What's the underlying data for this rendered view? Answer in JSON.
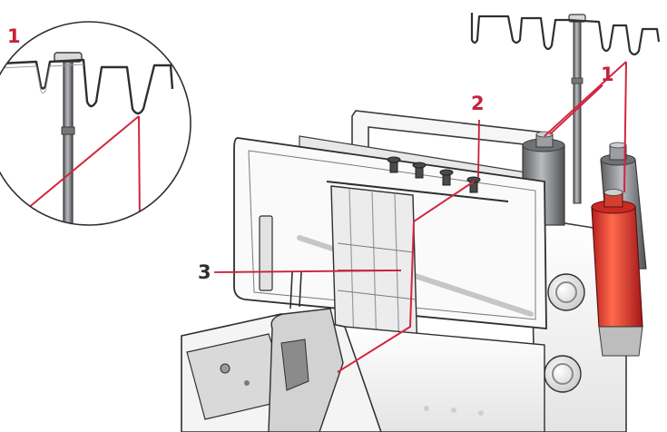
{
  "callouts": [
    {
      "label": "1"
    },
    {
      "label": "1"
    },
    {
      "label": "2"
    },
    {
      "label": "3"
    }
  ],
  "colors": {
    "callout": "#c8213a",
    "thread": "#d4263e",
    "spool_red": "#e03a2f",
    "spool_grey": "#8b8d90",
    "machine_body": "#f2f2f2",
    "machine_outline": "#3a3a3a"
  }
}
